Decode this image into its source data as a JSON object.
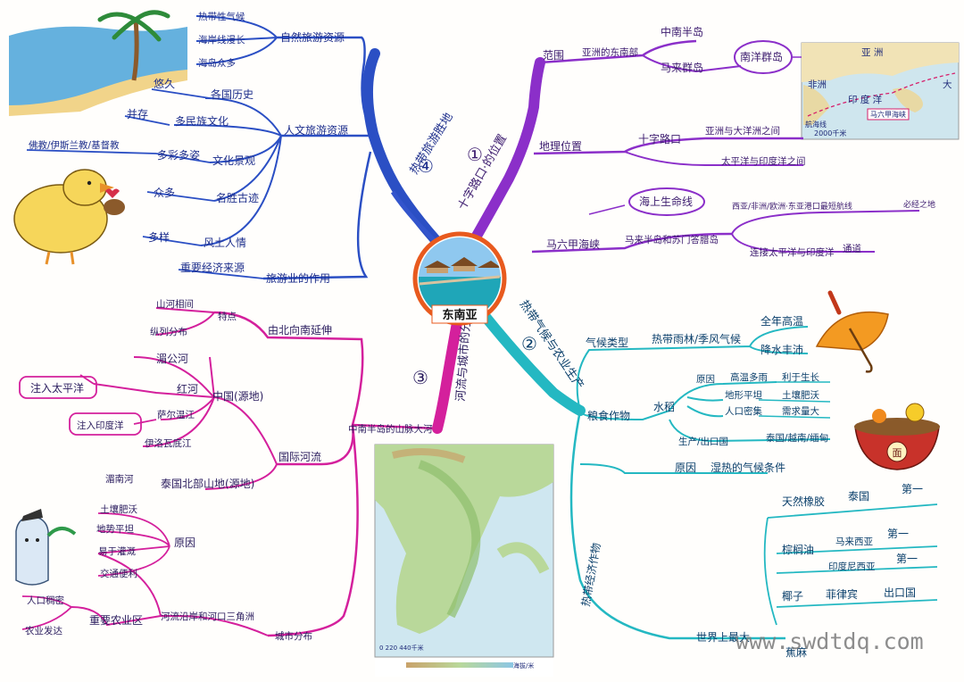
{
  "center": {
    "title": "东南亚"
  },
  "branches": {
    "b1": {
      "number": "①",
      "label": "十字路口·的位置",
      "range": {
        "label": "范围",
        "sub": "亚洲的东南部",
        "peninsula": "中南半岛",
        "islands": "马来群岛",
        "nanyang": "南洋群岛"
      },
      "location": {
        "label": "地理位置",
        "crossroad": "十字路口",
        "c1": "亚洲与大洋洲之间",
        "c2": "太平洋与印度洋之间"
      },
      "strait": {
        "label": "马六甲海峡",
        "lifeline": "海上生命线",
        "between": "马来半岛和苏门答腊岛",
        "route": "西亚/非洲/欧洲·东亚港口最短航线",
        "must": "必经之地",
        "connect": "连接太平洋与印度洋",
        "pass": "通道"
      },
      "map": {
        "region_label": "马六甲海峡",
        "legend": "航海线",
        "scale": "2000千米",
        "asia": "亚 洲",
        "africa": "非洲",
        "ocean": "印 度 洋",
        "ocean2": "大"
      }
    },
    "b2": {
      "number": "②",
      "label": "热带气候与农业生产",
      "climate": {
        "label": "气候类型",
        "types": "热带雨林/季风气候",
        "hot": "全年高温",
        "rain": "降水丰沛"
      },
      "food": {
        "label": "粮食作物",
        "rice": "水稻",
        "reason": "原因",
        "r1": "高温多雨",
        "r2": "利于生长",
        "r3": "地形平坦",
        "r4": "土壤肥沃",
        "r5": "人口密集",
        "r6": "需求量大",
        "producers": "生产/出口国",
        "countries": "泰国/越南/缅甸",
        "bowl_char": "面"
      },
      "tropical": {
        "label": "热带经济作物",
        "reason": "原因",
        "reason_text": "湿热的气候条件",
        "rubber": "天然橡胶",
        "rubber_c": "泰国",
        "first1": "第一",
        "palm": "棕榈油",
        "palm_c1": "马来西亚",
        "first2": "第一",
        "palm_c2": "印度尼西亚",
        "first3": "第一",
        "coconut": "椰子",
        "coconut_c": "菲律宾",
        "export": "出口国",
        "world": "世界上最大",
        "bottom": "蕉麻"
      }
    },
    "b3": {
      "number": "③",
      "label": "河流与城市的分布",
      "terrain": {
        "label": "中南半岛的山脉大河",
        "trend": "由北向南延伸",
        "feature": "特点",
        "f1": "山河相间",
        "f2": "纵列分布"
      },
      "rivers": {
        "label": "国际河流",
        "salween": "湄公河",
        "red": "红河",
        "china": "中国(源地)",
        "irra": "萨尔温江",
        "indus": "伊洛瓦底江",
        "pacific": "注入太平洋",
        "indian": "注入印度洋",
        "menam": "湄南河",
        "thai": "泰国北部山地(源地)"
      },
      "cities": {
        "label": "城市分布",
        "along": "河流沿岸和河口三角洲",
        "reason": "原因",
        "c1": "土壤肥沃",
        "c2": "地势平坦",
        "c3": "易于灌溉",
        "c4": "交通便利",
        "agri": "重要农业区",
        "p1": "人口稠密",
        "p2": "农业发达"
      },
      "map": {
        "legend": "海拔/米",
        "scale": "0 220 440千米"
      }
    },
    "b4": {
      "number": "④",
      "label": "热带旅游胜地",
      "natural": {
        "label": "自然旅游资源",
        "n1": "热带性气候",
        "n2": "海岸线漫长",
        "n3": "海岛众多"
      },
      "human": {
        "label": "人文旅游资源",
        "h1": "悠久",
        "h1b": "各国历史",
        "h2": "并存",
        "h2b": "多民族文化",
        "h3": "佛教/伊斯兰教/基督教",
        "h3a": "多彩多姿",
        "h3b": "文化景观",
        "h4": "众多",
        "h4b": "名胜古迹",
        "h5": "多样",
        "h5b": "风土人情",
        "role": "旅游业的作用",
        "econ": "重要经济来源"
      }
    }
  },
  "watermark": "www.swdtdq.com",
  "colors": {
    "blue": "#2b4fc4",
    "purple": "#8b2fc9",
    "teal": "#24b8c2",
    "magenta": "#d4209c"
  }
}
